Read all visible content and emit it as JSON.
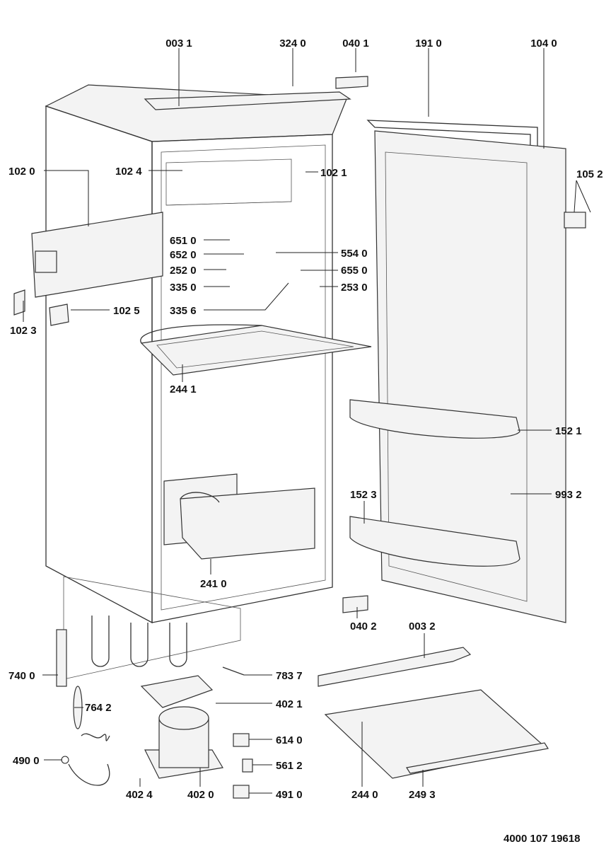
{
  "diagram": {
    "type": "exploded parts diagram",
    "drawing_number": "4000 107 19618",
    "part_labels": [
      "003 1",
      "324 0",
      "040 1",
      "191 0",
      "104 0",
      "102 0",
      "102 4",
      "102 1",
      "105 2",
      "651 0",
      "652 0",
      "554 0",
      "252 0",
      "655 0",
      "335 0",
      "253 0",
      "335 6",
      "102 3",
      "102 5",
      "244 1",
      "152 1",
      "993 2",
      "152 3",
      "241 0",
      "040 2",
      "003 2",
      "740 0",
      "783 7",
      "764 2",
      "402 1",
      "614 0",
      "490 0",
      "561 2",
      "402 4",
      "402 0",
      "491 0",
      "244 0",
      "249 3"
    ]
  }
}
